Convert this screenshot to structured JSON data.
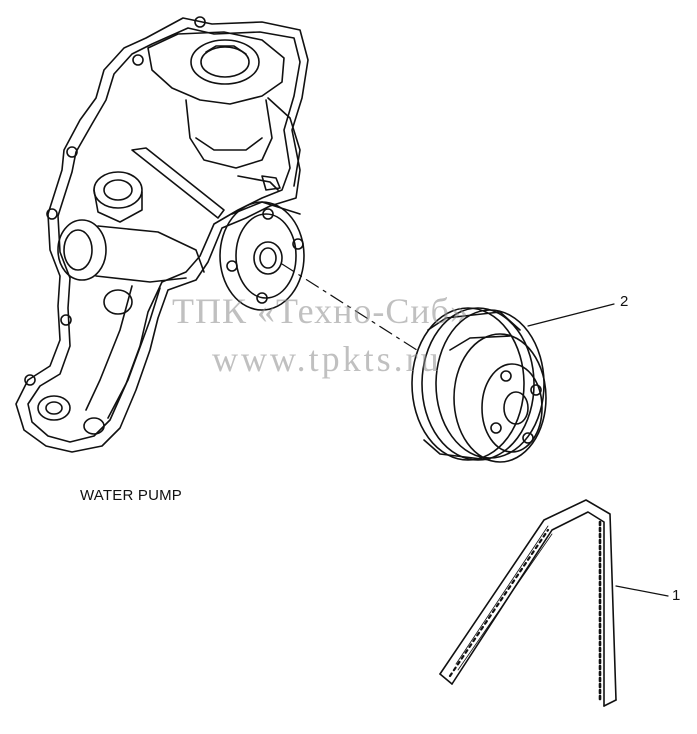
{
  "diagram": {
    "caption": "WATER PUMP",
    "callouts": [
      {
        "id": "2",
        "label": "2"
      },
      {
        "id": "1",
        "label": "1"
      }
    ],
    "watermark": {
      "line1": "ТПК «Техно-Сиб»",
      "line2": "www.tpkts.ru"
    },
    "colors": {
      "ink": "#111111",
      "watermark": "#8c8c8c"
    }
  }
}
